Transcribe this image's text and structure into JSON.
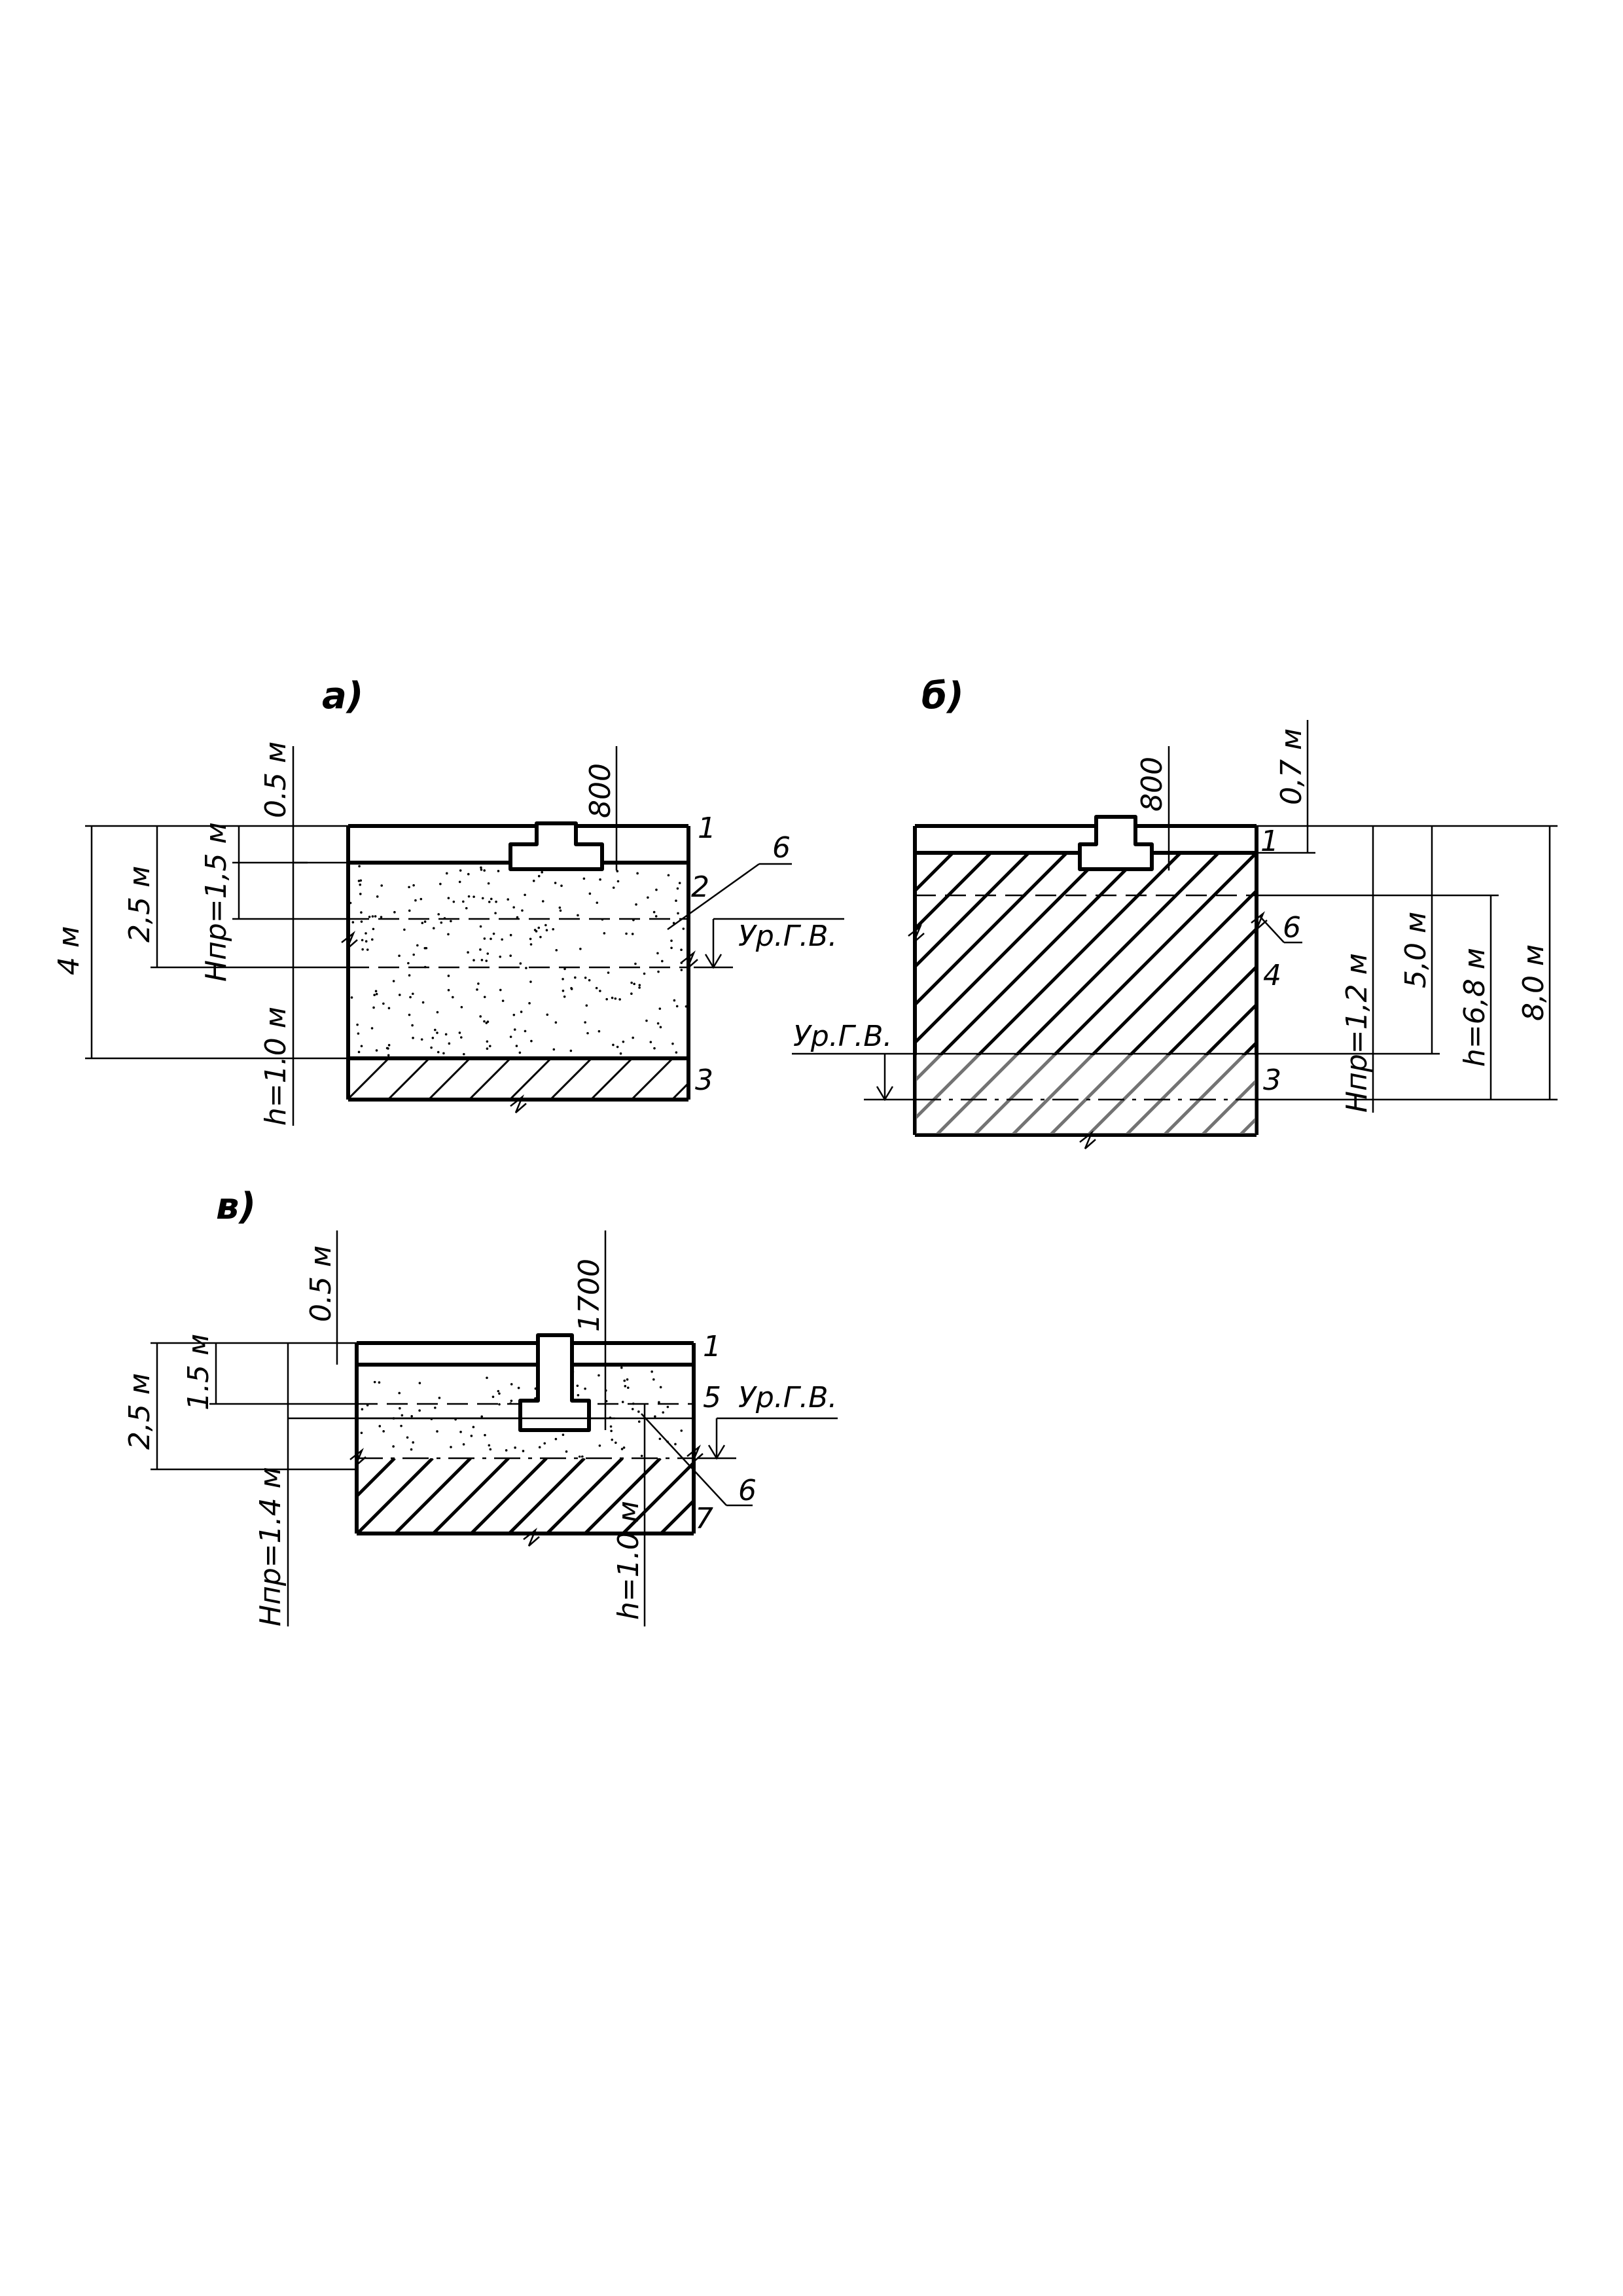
{
  "diagram_a": {
    "title": "а)",
    "dim_0_5": "0.5 м",
    "dim_800": "800",
    "dim_2_5": "2,5 м",
    "dim_hnp": "Нпр=1,5 м",
    "dim_4": "4 м",
    "dim_h": "h=1.0 м",
    "level": "Ур.Г.В.",
    "n1": "1",
    "n2": "2",
    "n3": "3",
    "n6": "6"
  },
  "diagram_b": {
    "title": "б)",
    "dim_800": "800",
    "dim_0_7": "0,7 м",
    "dim_hnp": "Нпр=1,2 м",
    "dim_5": "5,0 м",
    "dim_h": "h=6,8 м",
    "dim_8": "8,0 м",
    "level": "Ур.Г.В.",
    "n1": "1",
    "n6": "6",
    "n4": "4",
    "n3": "3"
  },
  "diagram_v": {
    "title": "в)",
    "dim_0_5": "0.5 м",
    "dim_1700": "1700",
    "dim_2_5": "2,5 м",
    "dim_1_5": "1.5 м",
    "dim_hnp": "Нпр=1.4 м",
    "dim_h": "h=1.0 м",
    "level": "Ур.Г.В.",
    "n1": "1",
    "n5": "5",
    "n6": "6",
    "n7": "7"
  }
}
